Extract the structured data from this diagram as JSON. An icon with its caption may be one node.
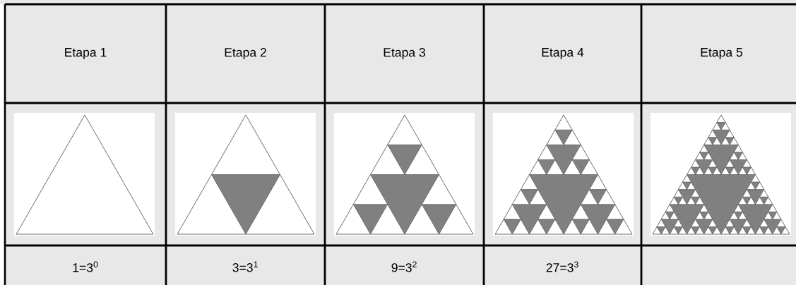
{
  "diagram": {
    "labels": [
      "Etapa 1",
      "Etapa 2",
      "Etapa 3",
      "Etapa 4",
      "Etapa 5",
      "1=3$^{0}$",
      "3=3$^{1}$",
      "9=3$^{2}$",
      "27=3$^{3}$"
    ]
  }
}
